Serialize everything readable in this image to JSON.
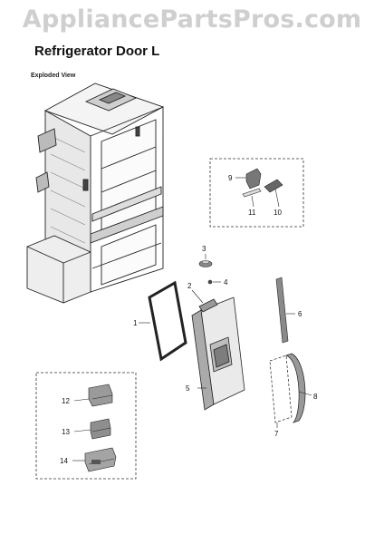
{
  "header": {
    "watermark": "AppliancePartsPros.com",
    "title": "Refrigerator Door L",
    "view_label": "Exploded View"
  },
  "parts": {
    "p1": "1",
    "p2": "2",
    "p3": "3",
    "p4": "4",
    "p5": "5",
    "p6": "6",
    "p7": "7",
    "p8": "8",
    "p9": "9",
    "p10": "10",
    "p11": "11",
    "p12": "12",
    "p13": "13",
    "p14": "14"
  },
  "colors": {
    "line": "#222222",
    "shade": "#9a9a9a",
    "watermark": "#cfcfcf"
  }
}
